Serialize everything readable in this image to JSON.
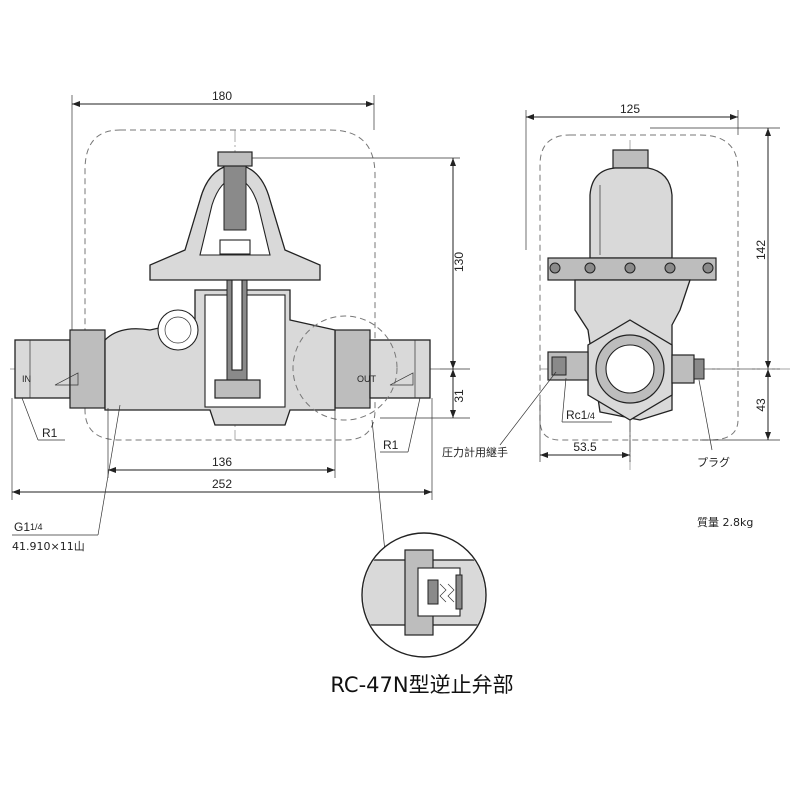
{
  "front_view": {
    "width_dim": "180",
    "height_dim": "130",
    "lower_dim": "31",
    "span_dim": "136",
    "overall_dim": "252",
    "inlet_label": "IN",
    "outlet_label": "OUT",
    "thread_left": "R1",
    "thread_right": "R1",
    "pipe_thread_main": "G1",
    "pipe_thread_frac": "1/4",
    "pipe_thread_spec": "41.910×11山"
  },
  "side_view": {
    "width_dim": "125",
    "height_dim": "142",
    "lower_dim": "43",
    "offset_dim": "53.5",
    "port_main": "Rc1",
    "port_frac": "/4",
    "gauge_fitting": "圧力計用継手",
    "plug": "プラグ"
  },
  "mass": "質量 2.8kg",
  "detail_caption": "RC-47N型逆止弁部"
}
